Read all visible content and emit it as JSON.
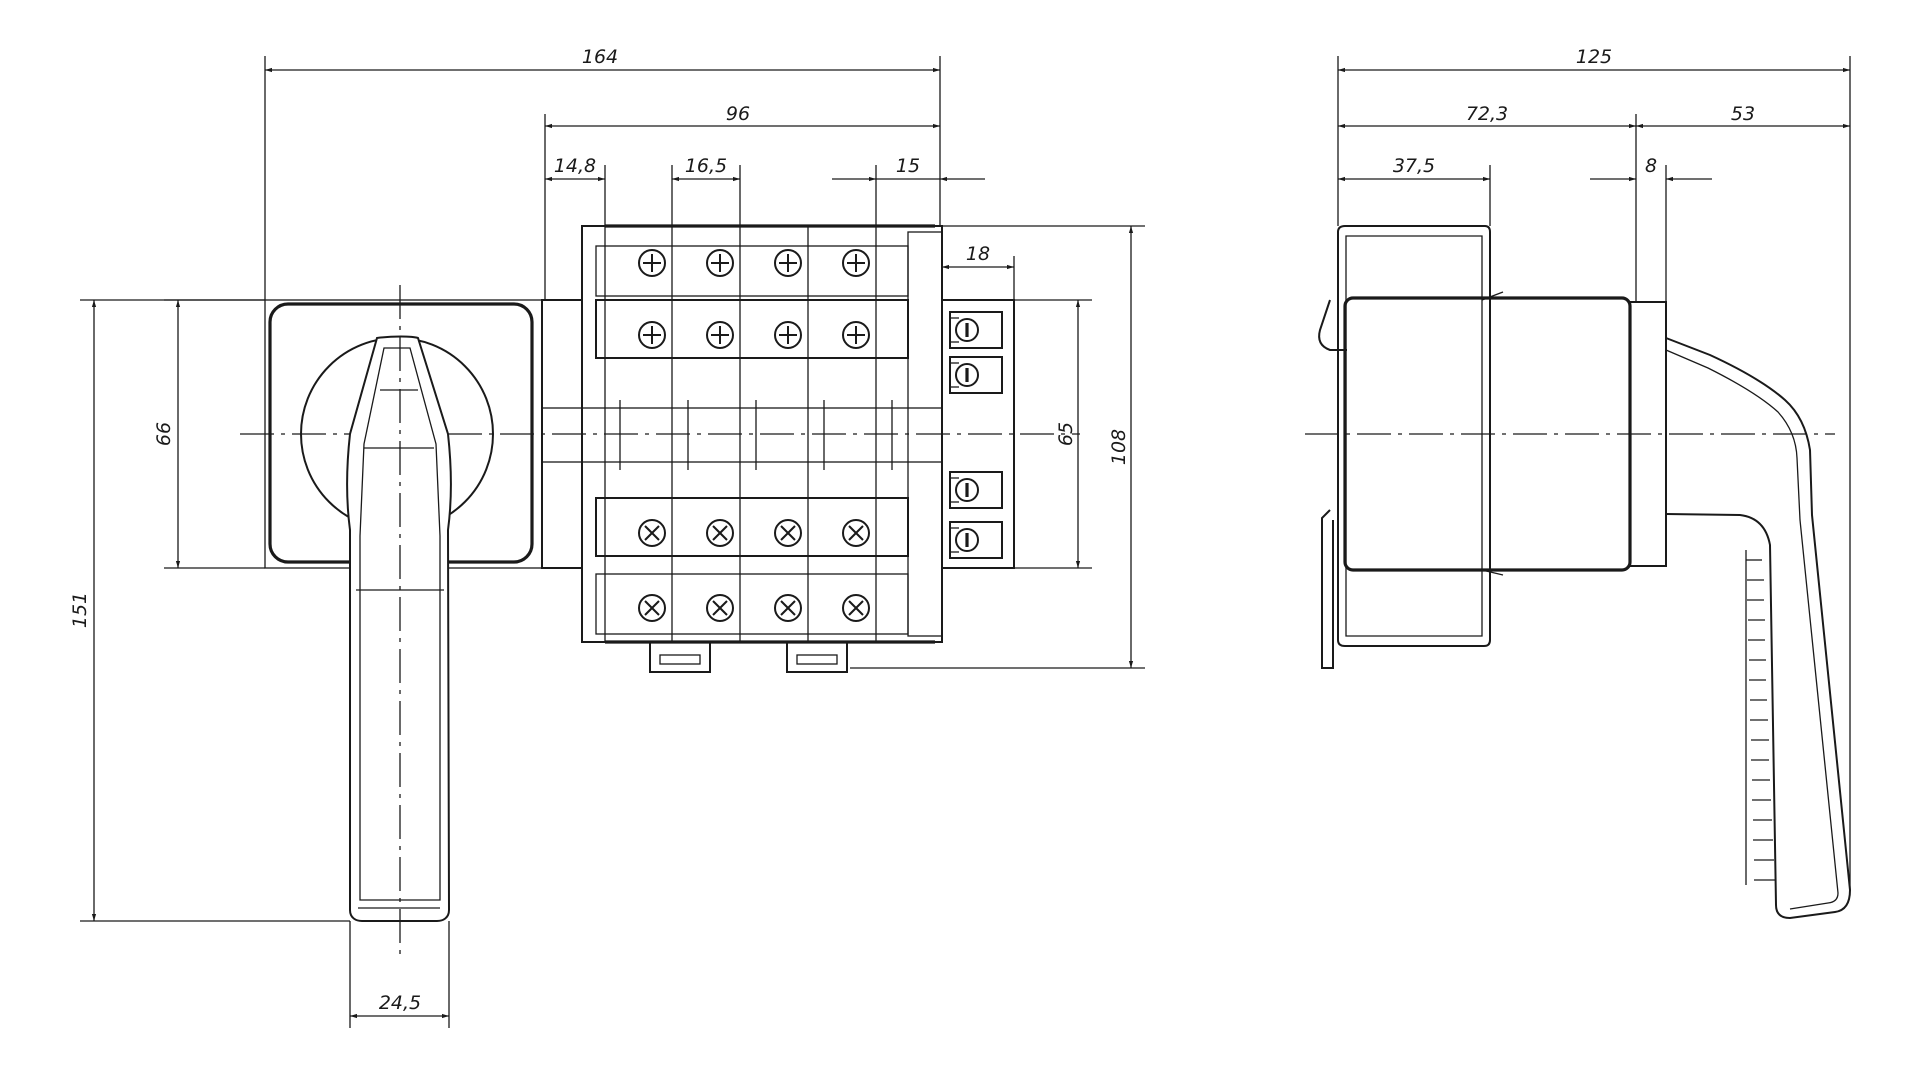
{
  "drawing": {
    "front_view_dimensions": {
      "overall_width": "164",
      "contact_block_width": "96",
      "left_offset": "14,8",
      "terminal_pitch": "16,5",
      "right_offset": "15",
      "side_terminal_width": "18",
      "front_plate": "66",
      "side_terminal_height": "65",
      "overall_block_height": "108",
      "overall_height": "151",
      "handle_width": "24,5"
    },
    "side_view_dimensions": {
      "overall_depth": "125",
      "body_depth": "72,3",
      "handle_depth": "53",
      "rail_depth": "37,5",
      "plate_thickness": "8"
    }
  }
}
